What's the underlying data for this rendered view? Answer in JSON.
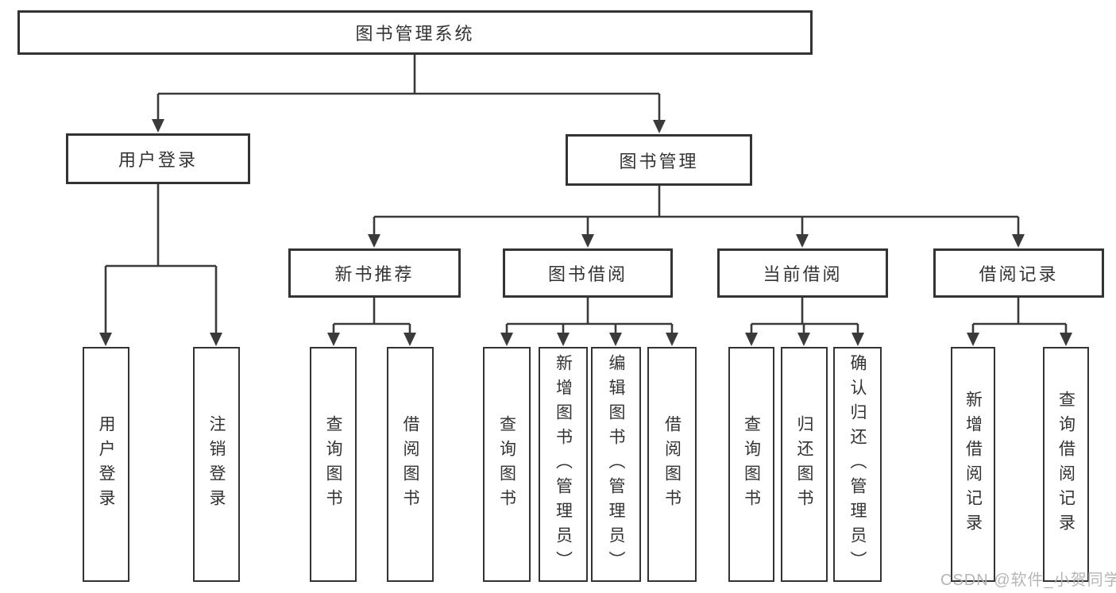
{
  "tree": {
    "label": "图书管理系统",
    "children": [
      {
        "label": "用户登录",
        "children": [
          {
            "label": "用户登录"
          },
          {
            "label": "注销登录"
          }
        ]
      },
      {
        "label": "图书管理",
        "children": [
          {
            "label": "新书推荐",
            "children": [
              {
                "label": "查询图书"
              },
              {
                "label": "借阅图书"
              }
            ]
          },
          {
            "label": "图书借阅",
            "children": [
              {
                "label": "查询图书"
              },
              {
                "label": "新增图书（管理员）"
              },
              {
                "label": "编辑图书（管理员）"
              },
              {
                "label": "借阅图书"
              }
            ]
          },
          {
            "label": "当前借阅",
            "children": [
              {
                "label": "查询图书"
              },
              {
                "label": "归还图书"
              },
              {
                "label": "确认归还（管理员）"
              }
            ]
          },
          {
            "label": "借阅记录",
            "children": [
              {
                "label": "新增借阅记录"
              },
              {
                "label": "查询借阅记录"
              }
            ]
          }
        ]
      }
    ]
  },
  "watermark": "CSDN @软件_小贺同学",
  "colors": {
    "line": "#3a3a3a",
    "text": "#333333",
    "watermark": "#b2b2b2",
    "background": "#ffffff"
  }
}
